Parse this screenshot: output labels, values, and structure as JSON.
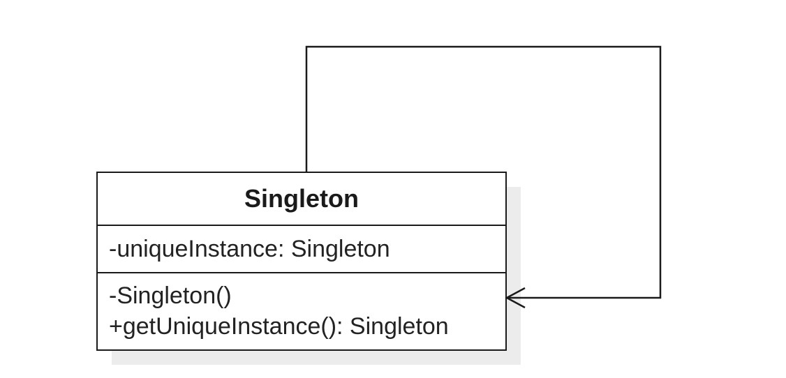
{
  "diagram": {
    "type": "uml-class",
    "class": {
      "name": "Singleton",
      "attributes": [
        "-uniqueInstance: Singleton"
      ],
      "operations": [
        "-Singleton()",
        "+getUniqueInstance(): Singleton"
      ]
    },
    "association": {
      "from": "Singleton",
      "to": "Singleton",
      "arrowhead": "open"
    },
    "colors": {
      "stroke": "#1a1a1a",
      "shadow": "#ececec",
      "background": "#ffffff"
    }
  }
}
